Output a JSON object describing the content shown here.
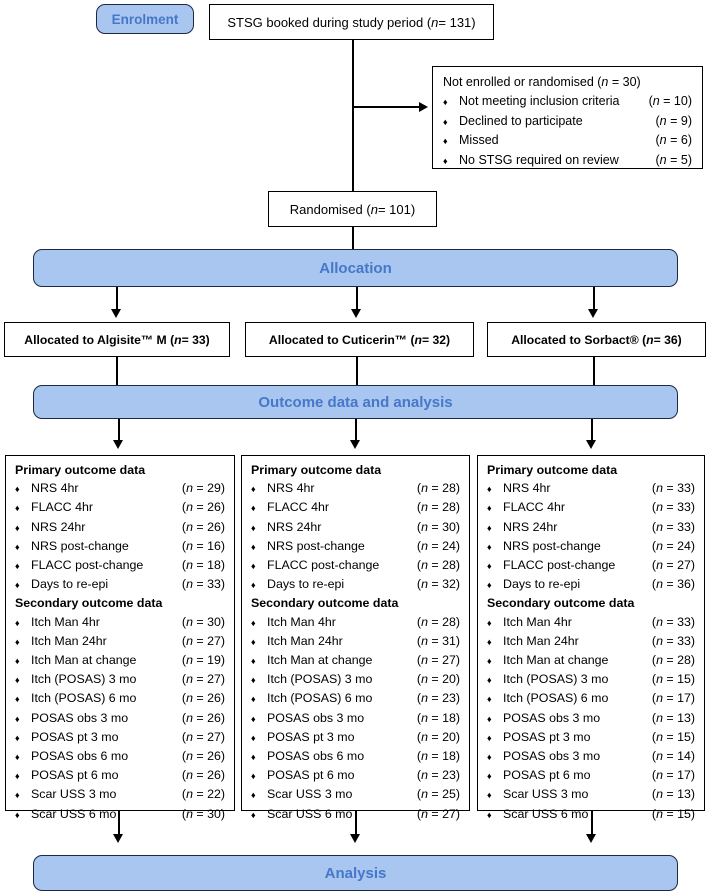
{
  "colors": {
    "banner_fill": "#a9c6f0",
    "banner_border": "#1c2940",
    "banner_text": "#4677c8",
    "box_border": "#000000",
    "text": "#000000"
  },
  "n_symbol": "n",
  "bullet": "♦",
  "enrolment_label": "Enrolment",
  "top_box": {
    "text": "STSG booked during study period",
    "n": "131"
  },
  "excluded_box": {
    "title": {
      "text": "Not enrolled or randomised",
      "n": "30"
    },
    "items": [
      {
        "label": "Not meeting inclusion criteria",
        "n": "10"
      },
      {
        "label": "Declined to participate",
        "n": "9"
      },
      {
        "label": "Missed",
        "n": "6"
      },
      {
        "label": "No STSG required on review",
        "n": "5"
      }
    ]
  },
  "randomised_box": {
    "text": "Randomised",
    "n": "101"
  },
  "banners": {
    "allocation": "Allocation",
    "outcome": "Outcome data and analysis",
    "analysis": "Analysis"
  },
  "allocation_boxes": [
    {
      "text": "Allocated to Algisite™ M",
      "n": "33"
    },
    {
      "text": "Allocated to Cuticerin™",
      "n": "32"
    },
    {
      "text": "Allocated to Sorbact®",
      "n": "36"
    }
  ],
  "outcome_boxes": [
    {
      "sections": [
        {
          "header": "Primary outcome data",
          "items": [
            {
              "label": "NRS 4hr",
              "n": "29"
            },
            {
              "label": "FLACC 4hr",
              "n": "26"
            },
            {
              "label": "NRS 24hr",
              "n": "26"
            },
            {
              "label": "NRS post-change",
              "n": "16"
            },
            {
              "label": "FLACC post-change",
              "n": "18"
            },
            {
              "label": "Days to re-epi",
              "n": "33"
            }
          ]
        },
        {
          "header": "Secondary outcome data",
          "items": [
            {
              "label": "Itch Man 4hr",
              "n": "30"
            },
            {
              "label": "Itch Man 24hr",
              "n": "27"
            },
            {
              "label": "Itch Man at change",
              "n": "19"
            },
            {
              "label": "Itch (POSAS) 3 mo",
              "n": "27"
            },
            {
              "label": "Itch (POSAS) 6 mo",
              "n": "26"
            },
            {
              "label": "POSAS obs 3 mo",
              "n": "26"
            },
            {
              "label": "POSAS pt 3 mo",
              "n": "27"
            },
            {
              "label": "POSAS obs 6 mo",
              "n": "26"
            },
            {
              "label": "POSAS pt 6 mo",
              "n": "26"
            },
            {
              "label": "Scar USS 3 mo",
              "n": "22"
            },
            {
              "label": "Scar USS 6 mo",
              "n": "30"
            }
          ]
        }
      ]
    },
    {
      "sections": [
        {
          "header": "Primary outcome data",
          "items": [
            {
              "label": "NRS 4hr",
              "n": "28"
            },
            {
              "label": "FLACC 4hr",
              "n": "28"
            },
            {
              "label": "NRS 24hr",
              "n": "30"
            },
            {
              "label": "NRS post-change",
              "n": "24"
            },
            {
              "label": "FLACC post-change",
              "n": "28"
            },
            {
              "label": "Days to re-epi",
              "n": "32"
            }
          ]
        },
        {
          "header": "Secondary outcome data",
          "items": [
            {
              "label": "Itch Man 4hr",
              "n": "28"
            },
            {
              "label": "Itch Man 24hr",
              "n": "31"
            },
            {
              "label": "Itch Man at change",
              "n": "27"
            },
            {
              "label": "Itch (POSAS) 3 mo",
              "n": "20"
            },
            {
              "label": "Itch (POSAS) 6 mo",
              "n": "23"
            },
            {
              "label": "POSAS obs 3 mo",
              "n": "18"
            },
            {
              "label": "POSAS pt 3 mo",
              "n": "20"
            },
            {
              "label": "POSAS obs 6 mo",
              "n": "18"
            },
            {
              "label": "POSAS pt 6 mo",
              "n": "23"
            },
            {
              "label": "Scar USS 3 mo",
              "n": "25"
            },
            {
              "label": "Scar USS 6 mo",
              "n": "27"
            }
          ]
        }
      ]
    },
    {
      "sections": [
        {
          "header": "Primary outcome data",
          "items": [
            {
              "label": "NRS 4hr",
              "n": "33"
            },
            {
              "label": "FLACC 4hr",
              "n": "33"
            },
            {
              "label": "NRS 24hr",
              "n": "33"
            },
            {
              "label": "NRS post-change",
              "n": "24"
            },
            {
              "label": "FLACC post-change",
              "n": "27"
            },
            {
              "label": "Days to re-epi",
              "n": "36"
            }
          ]
        },
        {
          "header": "Secondary outcome data",
          "items": [
            {
              "label": "Itch Man 4hr",
              "n": "33"
            },
            {
              "label": "Itch Man 24hr",
              "n": "33"
            },
            {
              "label": "Itch Man at change",
              "n": "28"
            },
            {
              "label": "Itch (POSAS) 3 mo",
              "n": "15"
            },
            {
              "label": "Itch (POSAS) 6 mo",
              "n": "17"
            },
            {
              "label": "POSAS obs 3 mo",
              "n": "13"
            },
            {
              "label": "POSAS pt 3 mo",
              "n": "15"
            },
            {
              "label": "POSAS obs 3 mo",
              "n": "14"
            },
            {
              "label": "POSAS pt 6 mo",
              "n": "17"
            },
            {
              "label": "Scar USS 3 mo",
              "n": "13"
            },
            {
              "label": "Scar USS 6 mo",
              "n": "15"
            }
          ]
        }
      ]
    }
  ]
}
